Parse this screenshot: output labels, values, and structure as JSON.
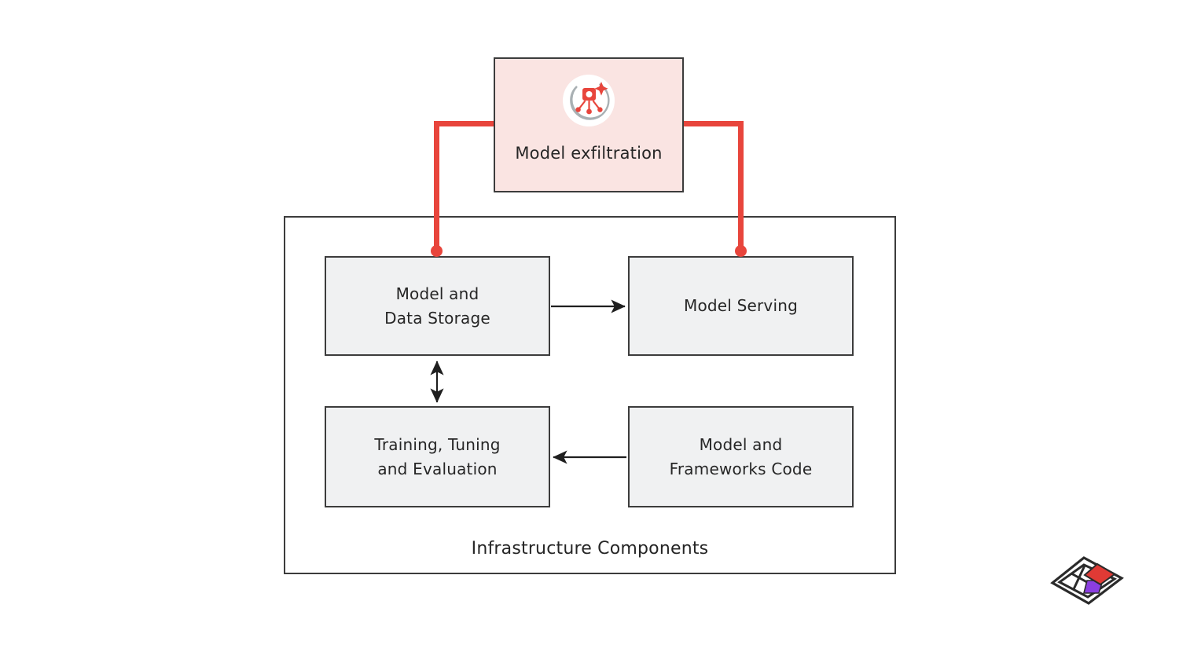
{
  "diagram": {
    "threat": {
      "label": "Model exfiltration",
      "icon": "model-exfiltration-icon",
      "fill_color": "#fae4e2",
      "border_color": "#3c3c3c",
      "accent_color": "#e8453c"
    },
    "container": {
      "label": "Infrastructure Components",
      "border_color": "#3c3c3c"
    },
    "components": [
      {
        "id": "model-and-data-storage",
        "label": "Model and\nData Storage",
        "fill_color": "#f0f1f2"
      },
      {
        "id": "model-serving",
        "label": "Model Serving",
        "fill_color": "#f0f1f2"
      },
      {
        "id": "training-tuning-and-evaluation",
        "label": "Training, Tuning\nand Evaluation",
        "fill_color": "#f0f1f2"
      },
      {
        "id": "model-and-frameworks-code",
        "label": "Model and\nFrameworks Code",
        "fill_color": "#f0f1f2"
      }
    ],
    "connections": [
      {
        "id": "storage-to-serving",
        "from": "model-and-data-storage",
        "to": "model-serving",
        "style": "arrow-right",
        "color": "#1f1f1f"
      },
      {
        "id": "storage-training-bidirectional",
        "from": "model-and-data-storage",
        "to": "training-tuning-and-evaluation",
        "style": "arrow-both-vertical",
        "color": "#1f1f1f"
      },
      {
        "id": "frameworks-to-training",
        "from": "model-and-frameworks-code",
        "to": "training-tuning-and-evaluation",
        "style": "arrow-left",
        "color": "#1f1f1f"
      },
      {
        "id": "threat-to-storage",
        "from": "model-exfiltration",
        "to": "model-and-data-storage",
        "style": "elbow-dot",
        "color": "#e8453c"
      },
      {
        "id": "threat-to-serving",
        "from": "model-exfiltration",
        "to": "model-serving",
        "style": "elbow-dot",
        "color": "#e8453c"
      }
    ]
  },
  "logo": {
    "name": "isometric-grid-logo",
    "colors": [
      "#e03a35",
      "#8b3ee0",
      "#2b2b2b"
    ]
  }
}
